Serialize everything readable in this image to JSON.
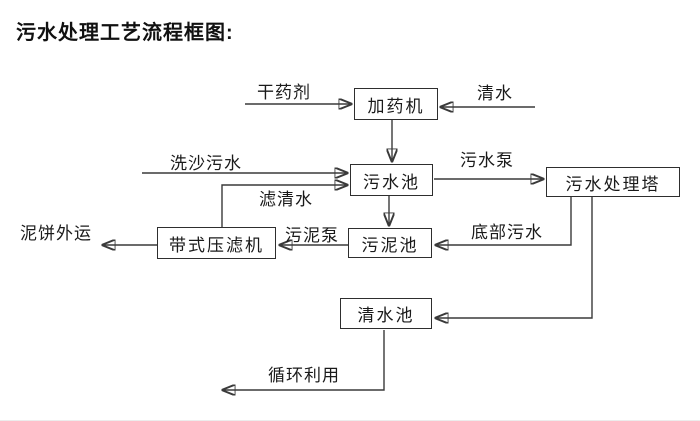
{
  "title": "污水处理工艺流程框图:",
  "nodes": {
    "dosing_machine": {
      "label": "加药机"
    },
    "sewage_pool": {
      "label": "污水池"
    },
    "treatment_tower": {
      "label": "污水处理塔"
    },
    "sludge_pool": {
      "label": "污泥池"
    },
    "belt_filter_press": {
      "label": "带式压滤机"
    },
    "clean_water_pool": {
      "label": "清水池"
    }
  },
  "edge_labels": {
    "dry_agent": "干药剂",
    "clean_water": "清水",
    "sand_washing_sewage": "洗沙污水",
    "filtered_water": "滤清水",
    "sewage_pump": "污水泵",
    "sludge_pump": "污泥泵",
    "mud_cake_out": "泥饼外运",
    "bottom_sewage": "底部污水",
    "recycle_use": "循环利用"
  },
  "colors": {
    "background": "#ffffff",
    "line": "#3a3a3a",
    "box_border": "#2e2e2e",
    "text": "#1a1a1a"
  }
}
